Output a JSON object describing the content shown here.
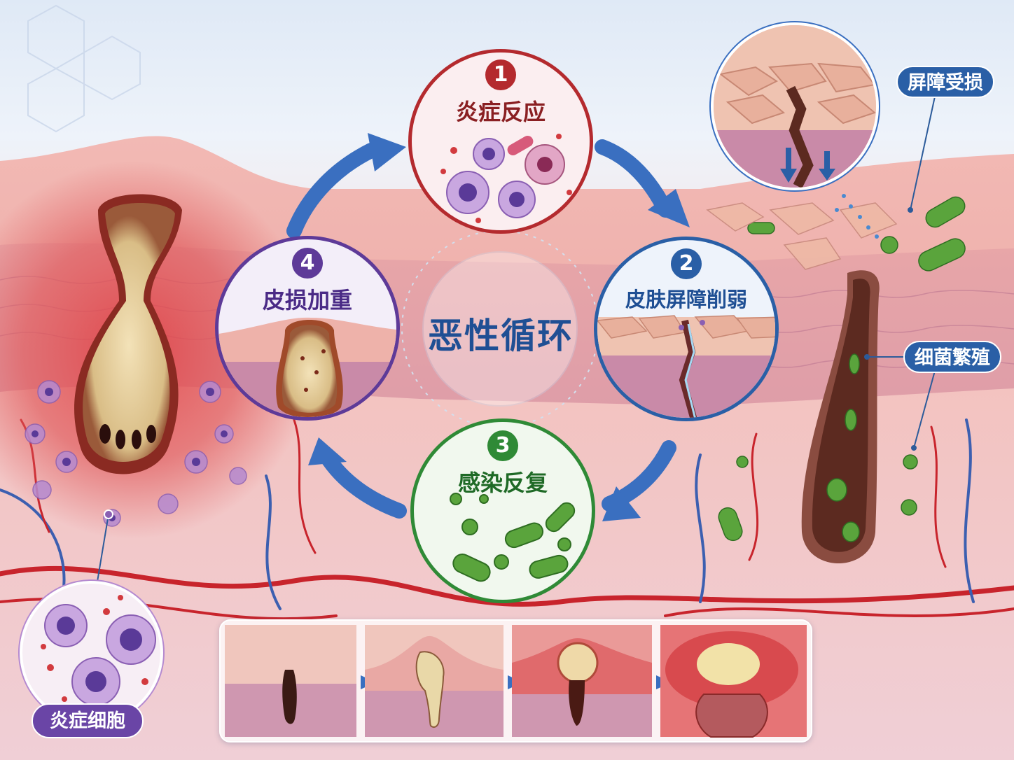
{
  "center_title": "恶性循环",
  "cycle_nodes": [
    {
      "number": "1",
      "label": "炎症反应",
      "color": "#b42a2e"
    },
    {
      "number": "2",
      "label": "皮肤屏障削弱",
      "color": "#2a5fa6"
    },
    {
      "number": "3",
      "label": "感染反复",
      "color": "#2f8a36"
    },
    {
      "number": "4",
      "label": "皮损加重",
      "color": "#5e3a98"
    }
  ],
  "callouts": {
    "barrier_damage": "屏障受损",
    "bacteria_growth": "细菌繁殖",
    "inflammatory_cells": "炎症细胞"
  },
  "colors": {
    "inflammation": "#b42a2e",
    "barrier": "#2a5fa6",
    "infection": "#2f8a36",
    "lesion": "#5e3a98",
    "arrow": "#3a6fc0"
  },
  "progression_stages": 4
}
